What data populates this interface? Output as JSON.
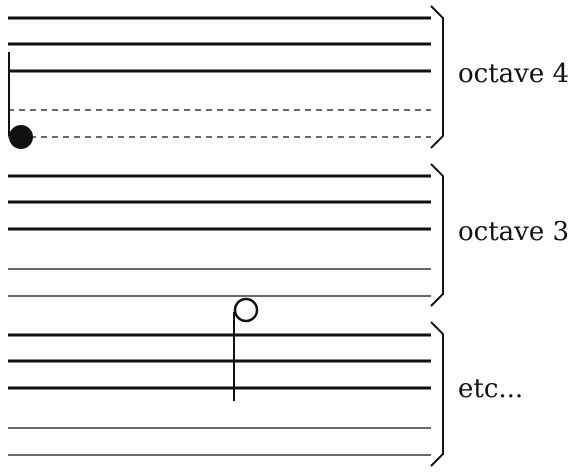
{
  "labels": {
    "octave_4": "octave 4",
    "octave_3": "octave 3",
    "etc": "etc..."
  },
  "colors": {
    "ink": "#111111",
    "background": "#fdfdfb"
  }
}
